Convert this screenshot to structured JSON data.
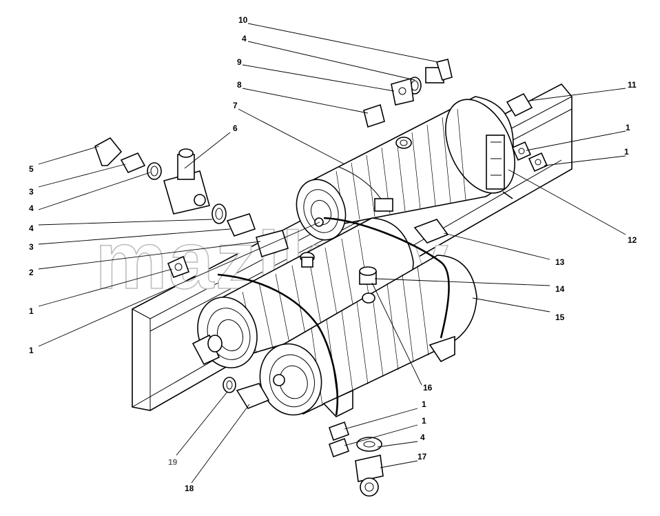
{
  "watermark": "mazik.by",
  "callouts": [
    {
      "id": "c10",
      "text": "10"
    },
    {
      "id": "c4a",
      "text": "4"
    },
    {
      "id": "c9",
      "text": "9"
    },
    {
      "id": "c8",
      "text": "8"
    },
    {
      "id": "c7",
      "text": "7"
    },
    {
      "id": "c6",
      "text": "6"
    },
    {
      "id": "c11",
      "text": "11"
    },
    {
      "id": "c1a",
      "text": "1"
    },
    {
      "id": "c1b",
      "text": "1"
    },
    {
      "id": "c5",
      "text": "5"
    },
    {
      "id": "c3a",
      "text": "3"
    },
    {
      "id": "c4b",
      "text": "4"
    },
    {
      "id": "c4c",
      "text": "4"
    },
    {
      "id": "c3b",
      "text": "3"
    },
    {
      "id": "c12",
      "text": "12"
    },
    {
      "id": "c2",
      "text": "2"
    },
    {
      "id": "c13",
      "text": "13"
    },
    {
      "id": "c1c",
      "text": "1"
    },
    {
      "id": "c14",
      "text": "14"
    },
    {
      "id": "c15",
      "text": "15"
    },
    {
      "id": "c1d",
      "text": "1"
    },
    {
      "id": "c16",
      "text": "16"
    },
    {
      "id": "c1e",
      "text": "1"
    },
    {
      "id": "c1f",
      "text": "1"
    },
    {
      "id": "c4d",
      "text": "4"
    },
    {
      "id": "c17",
      "text": "17"
    },
    {
      "id": "c19",
      "text": "19"
    },
    {
      "id": "c18",
      "text": "18"
    }
  ]
}
